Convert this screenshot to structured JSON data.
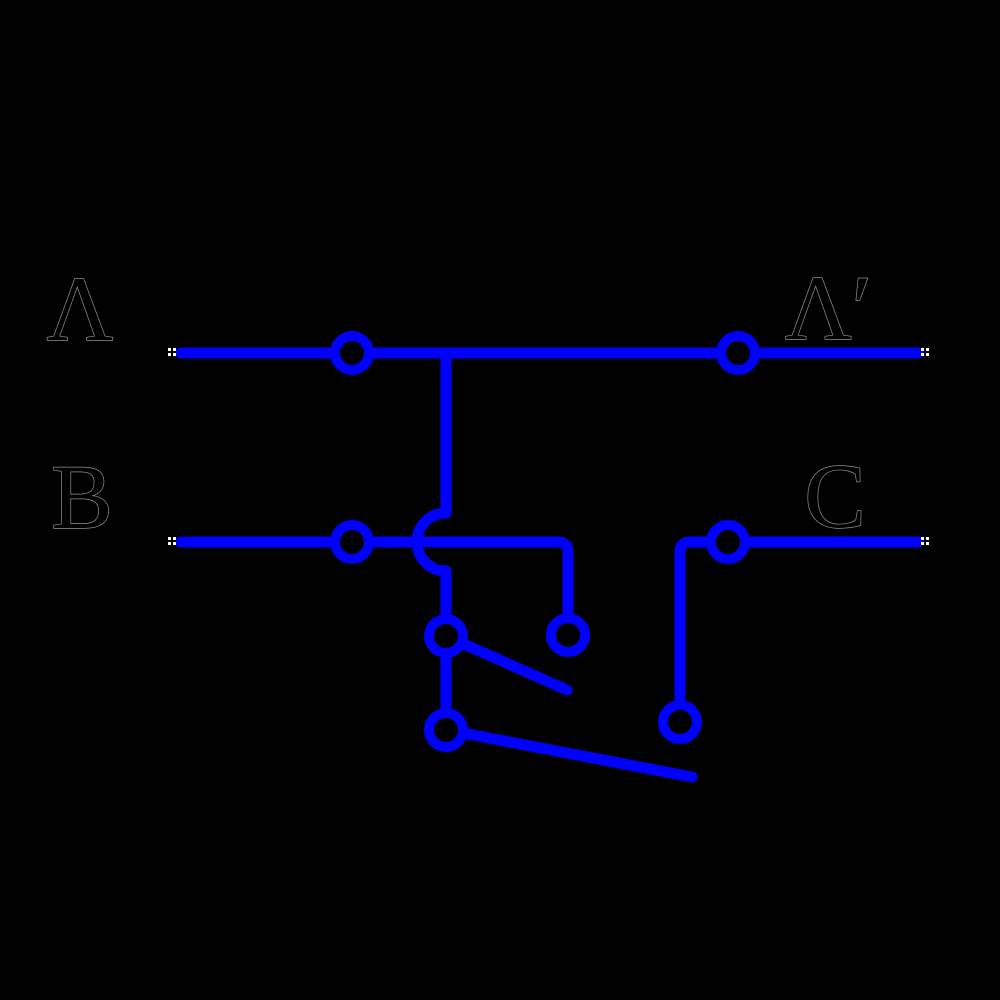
{
  "colors": {
    "background": "#000000",
    "wire": "#0000ff",
    "label_fill": "#000000",
    "label_outline": "#8f8f8f",
    "end_dots": "#ffffff"
  },
  "labels": {
    "a": "Λ",
    "a_prime": "Λ′",
    "b": "B",
    "c": "C"
  }
}
